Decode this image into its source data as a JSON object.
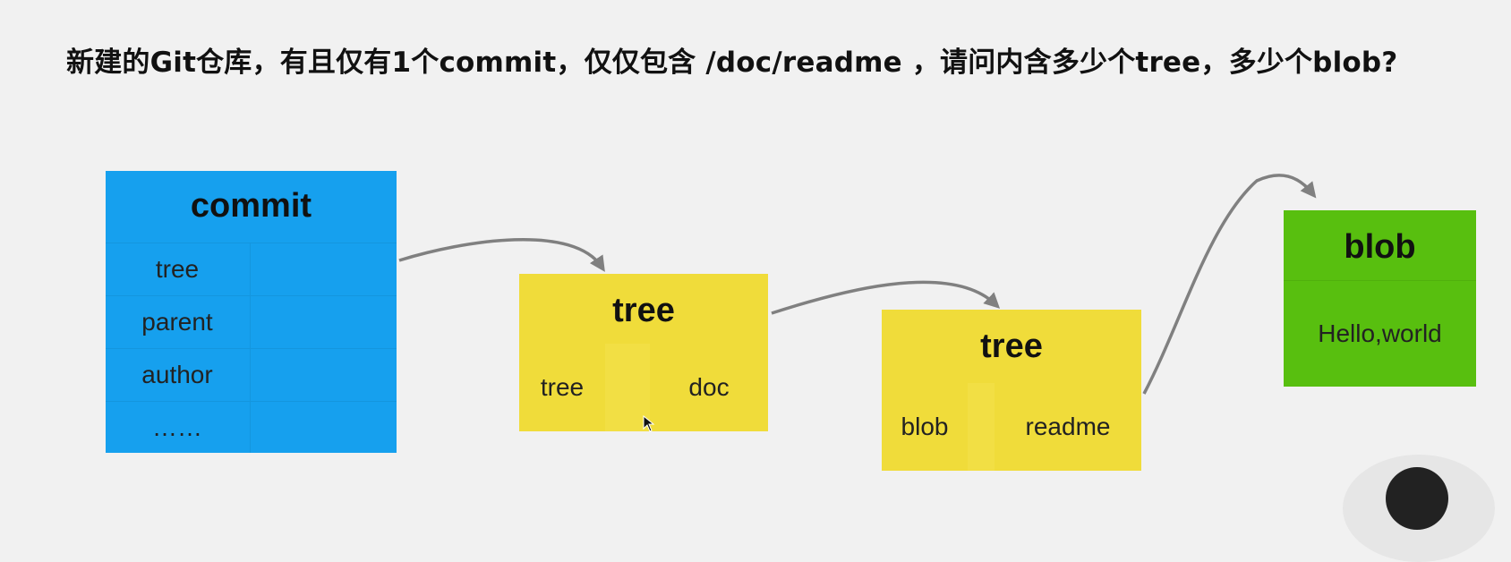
{
  "question": "新建的Git仓库，有且仅有1个commit，仅仅包含 /doc/readme ，请问内含多少个tree，多少个blob?",
  "commit": {
    "title": "commit",
    "fields": [
      "tree",
      "parent",
      "author",
      "……"
    ]
  },
  "tree_root": {
    "title": "tree",
    "entry_type": "tree",
    "entry_name": "doc"
  },
  "tree_doc": {
    "title": "tree",
    "entry_type": "blob",
    "entry_name": "readme"
  },
  "blob": {
    "title": "blob",
    "content": "Hello,world"
  },
  "colors": {
    "commit": "#16a0ee",
    "tree": "#f0dc3a",
    "blob": "#58bf0f",
    "arrow": "#808080"
  }
}
